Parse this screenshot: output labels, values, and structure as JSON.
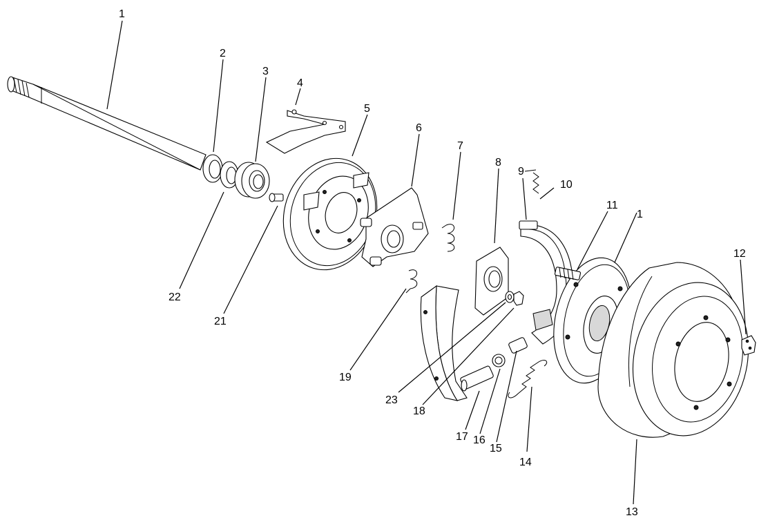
{
  "callouts": [
    "1",
    "2",
    "3",
    "4",
    "5",
    "6",
    "7",
    "8",
    "9",
    "10",
    "11",
    "1",
    "12",
    "13",
    "14",
    "15",
    "16",
    "17",
    "18",
    "23",
    "19",
    "21",
    "22"
  ]
}
